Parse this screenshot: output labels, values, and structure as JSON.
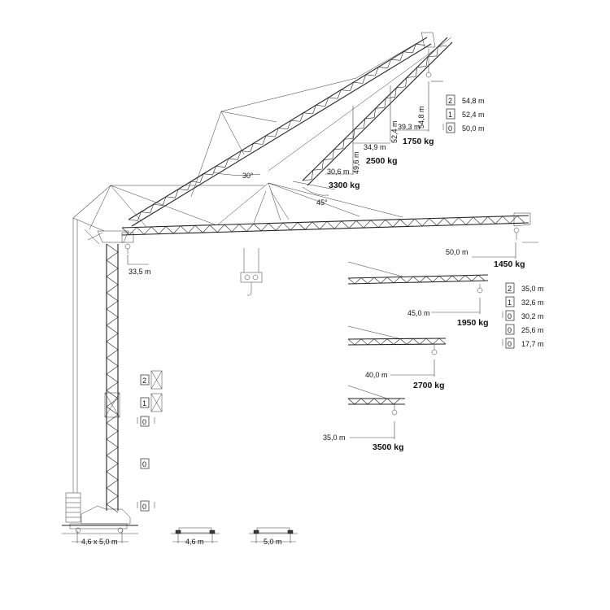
{
  "jib_configs": {
    "steep": {
      "angle_30": "30°",
      "angle_45": "45°",
      "radii": [
        "54,8 m",
        "52,4 m",
        "49,6 m",
        "39,3 m",
        "34,9 m",
        "30,6 m"
      ],
      "loads": [
        "1750 kg",
        "2500 kg",
        "3300 kg"
      ],
      "legend": [
        {
          "marker": "2",
          "value": "54,8 m"
        },
        {
          "marker": "1",
          "value": "52,4 m"
        },
        {
          "marker": "0",
          "value": "50,0 m"
        }
      ]
    },
    "horizontal": {
      "radii": [
        "50,0 m",
        "45,0 m",
        "40,0 m",
        "35,0 m"
      ],
      "loads": [
        "1450 kg",
        "1950 kg",
        "2700 kg",
        "3500 kg"
      ],
      "legend": [
        {
          "marker": "2",
          "value": "35,0 m"
        },
        {
          "marker": "1",
          "value": "32,6 m"
        },
        {
          "marker": "0",
          "value": "30,2 m"
        },
        {
          "marker": "0",
          "value": "25,6 m"
        },
        {
          "marker": "0",
          "value": "17,7 m"
        }
      ]
    }
  },
  "tower": {
    "hook_height": "33,5 m",
    "section_markers": [
      "2",
      "1",
      "0",
      "0",
      "0"
    ]
  },
  "base": {
    "dims": [
      "4,6 x 5,0 m",
      "4,6 m",
      "5,0 m"
    ]
  }
}
